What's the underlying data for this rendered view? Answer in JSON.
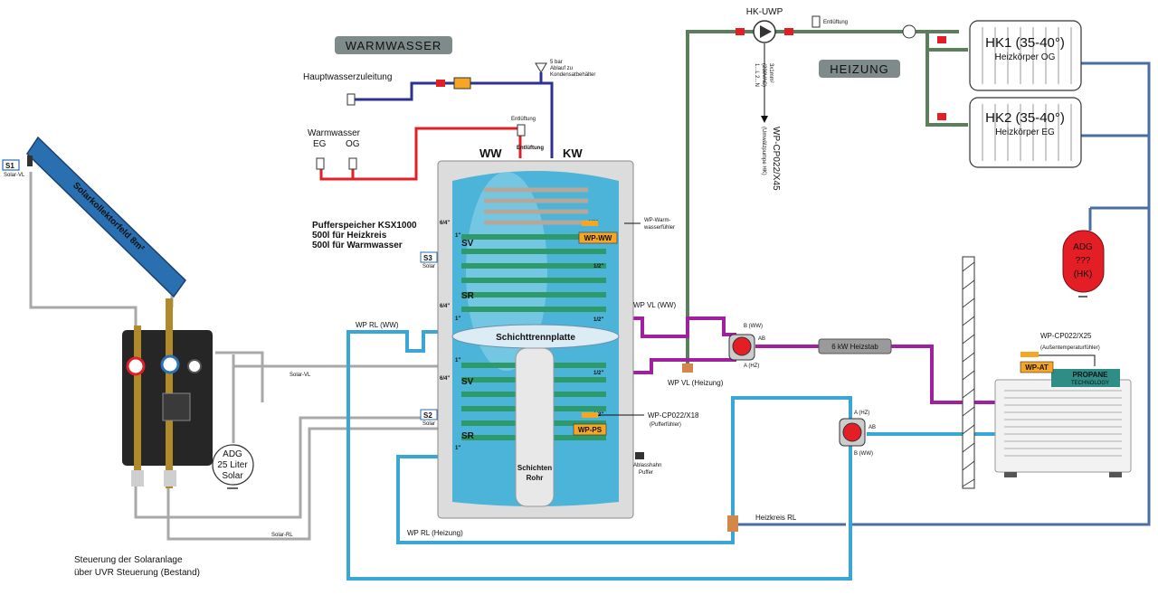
{
  "sections": {
    "warmwasser": "WARMWASSER",
    "heizung": "HEIZUNG"
  },
  "solar": {
    "collector_label": "Solarkollektorfeld 8m²",
    "s1": "S1",
    "s1_sub": "Solar-VL",
    "vl_label": "Solar-VL",
    "rl_label": "Solar-RL",
    "adg_line1": "ADG",
    "adg_line2": "25 Liter",
    "adg_line3": "Solar",
    "control_line1": "Steuerung der Solaranlage",
    "control_line2": "über UVR Steuerung (Bestand)"
  },
  "cold_water": {
    "mains_label": "Hauptwasserzuleitung",
    "safety_valve_line1": "5 bar",
    "safety_valve_line2": "Ablauf zu",
    "safety_valve_line3": "Kondensatbehälter"
  },
  "hot_water": {
    "label": "Warmwasser",
    "eg": "EG",
    "og": "OG"
  },
  "storage": {
    "title_line1": "Pufferspeicher KSX1000",
    "title_line2": "500l für Heizkreis",
    "title_line3": "500l für Warmwasser",
    "ww": "WW",
    "kw": "KW",
    "entluftung_top": "Entlüftung",
    "entluftung_label": "Entlüftung",
    "separator": "Schichttrennplatte",
    "sv_upper": "SV",
    "sr_upper": "SR",
    "sv_lower": "SV",
    "sr_lower": "SR",
    "s3": "S3",
    "s3_sub": "Solar",
    "s2": "S2",
    "s2_sub": "Solar",
    "size_half": "1/2\"",
    "size_1": "1\"",
    "size_6_4": "6/4\"",
    "wp_ww": "WP-WW",
    "wp_ps": "WP-PS",
    "ww_sensor_line1": "WP-Warm-",
    "ww_sensor_line2": "wasserfühler",
    "puffer_sensor_line1": "WP-CP022/X18",
    "puffer_sensor_line2": "(Pufferfühler)",
    "drain_line1": "Ablasshahn",
    "drain_line2": "Puffer",
    "schichtrohr_line1": "Schichten",
    "schichtrohr_line2": "Rohr"
  },
  "heat_pump_circuit": {
    "wp_rl_ww": "WP RL (WW)",
    "wp_vl_ww": "WP VL (WW)",
    "wp_vl_heizung": "WP VL (Heizung)",
    "wp_rl_heizung": "WP RL (Heizung)",
    "heizkreis_rl": "Heizkreis RL",
    "heater": "6 kW Heizstab",
    "valve1_b": "B (WW)",
    "valve1_ab": "AB",
    "valve1_a": "A (HZ)",
    "valve2_a": "A (HZ)",
    "valve2_ab": "AB",
    "valve2_b": "B (WW)"
  },
  "heating": {
    "pump_label": "HK-UWP",
    "entluftung": "Entlüftung",
    "cable_line1": "3x1mm²",
    "cable_line2": "(230VAC)",
    "cable_line3": "1...L 2...N",
    "pump_ctrl_line1": "WP-CP022/X45",
    "pump_ctrl_line2": "(Umwälzpumpe HK)",
    "hk1_title": "HK1 (35-40°)",
    "hk1_sub": "Heizkörper OG",
    "hk2_title": "HK2 (35-40°)",
    "hk2_sub": "Heizkörper EG",
    "adg_line1": "ADG",
    "adg_line2": "???",
    "adg_line3": "(HK)"
  },
  "heat_pump": {
    "sensor_line1": "WP-CP022/X25",
    "sensor_line2": "(Außentemperaturfühler)",
    "wp_at": "WP-AT",
    "brand_line1": "PROPANE",
    "brand_line2": "TECHNOLOGY"
  },
  "colors": {
    "cold": "#2e3192",
    "hot": "#e31e24",
    "heating": "#5a7f5a",
    "hp_return": "#3aa6d6",
    "hp_flow": "#a020a0",
    "heating_return": "#4a6ea0",
    "solar": "#a0a0a0",
    "badge": "#7f8a8a",
    "sensor": "#f6a623"
  }
}
